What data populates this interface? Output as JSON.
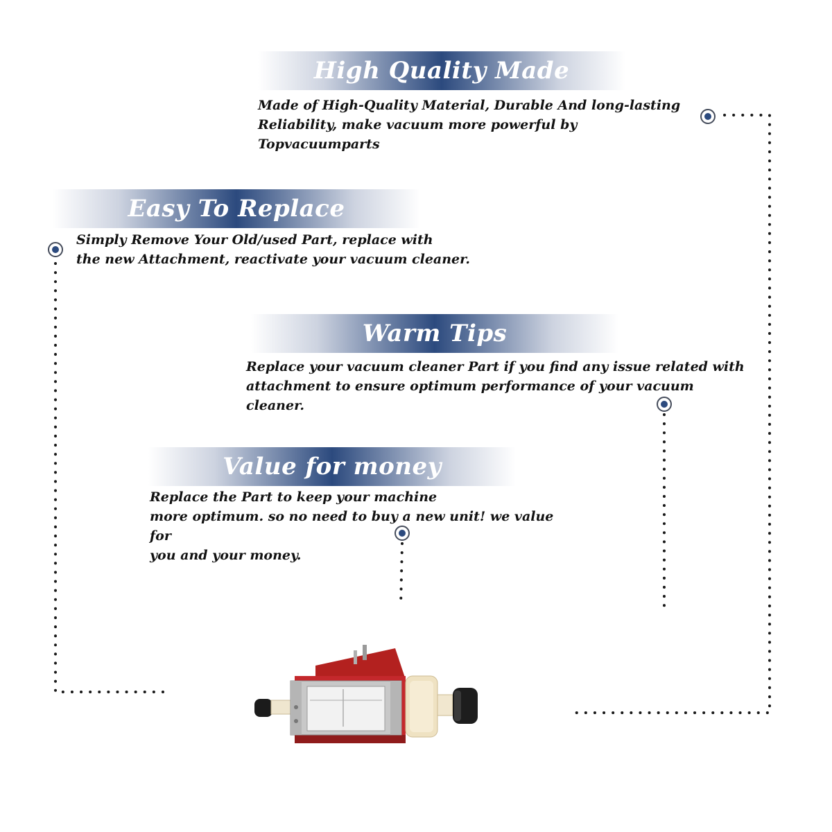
{
  "sections": {
    "high_quality": {
      "title": "High Quality Made",
      "text": "Made of  High-Quality Material, Durable And long-lasting\nReliability, make vacuum more powerful by Topvacuumparts"
    },
    "easy_replace": {
      "title": "Easy To Replace",
      "text": "Simply Remove Your Old/used Part, replace with\nthe new Attachment, reactivate your vacuum cleaner."
    },
    "warm_tips": {
      "title": "Warm Tips",
      "text": "Replace your vacuum cleaner Part if you find any issue related with\n attachment to ensure optimum performance of your vacuum cleaner."
    },
    "value_money": {
      "title": "Value for money",
      "text": "Replace the Part to keep your machine\nmore optimum. so no need to buy a new unit! we value for\nyou and your money."
    }
  },
  "colors": {
    "accent": "#2c4a7e",
    "text": "#111111",
    "pump_red": "#c4282c"
  },
  "icons": [
    "bullet-dot-icon",
    "vacuum-pump-image"
  ]
}
